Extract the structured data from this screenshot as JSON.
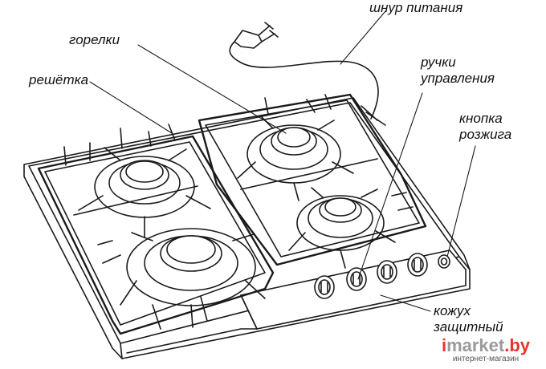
{
  "labels": {
    "power_cord": "шнур питания",
    "burners": "горелки",
    "grate": "решётка",
    "control_knobs_line1": "ручки",
    "control_knobs_line2": "управления",
    "ignition_line1": "кнопка",
    "ignition_line2": "розжига",
    "casing_line1": "кожух",
    "casing_line2": "защитный"
  },
  "watermark": {
    "logo_prefix": "i",
    "logo_main": "market",
    "logo_domain": ".by",
    "subtitle": "интернет-магазин"
  },
  "colors": {
    "ink": "#1a1a1a",
    "watermark_red": "#e8342c",
    "watermark_grey": "#9a9a9a"
  }
}
